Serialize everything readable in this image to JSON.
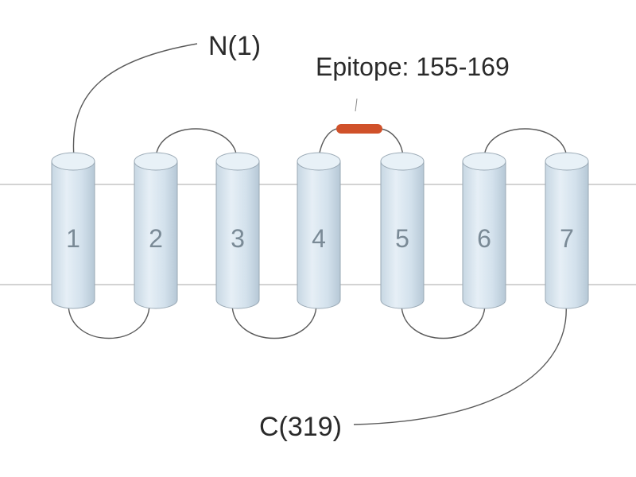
{
  "n_terminus_label": "N(1)",
  "c_terminus_label": "C(319)",
  "epitope_label": "Epitope: 155-169",
  "epitope_color": "#d0512a",
  "helix_color": "#d6e4ee",
  "helices": [
    {
      "label": "1"
    },
    {
      "label": "2"
    },
    {
      "label": "3"
    },
    {
      "label": "4"
    },
    {
      "label": "5"
    },
    {
      "label": "6"
    },
    {
      "label": "7"
    }
  ]
}
